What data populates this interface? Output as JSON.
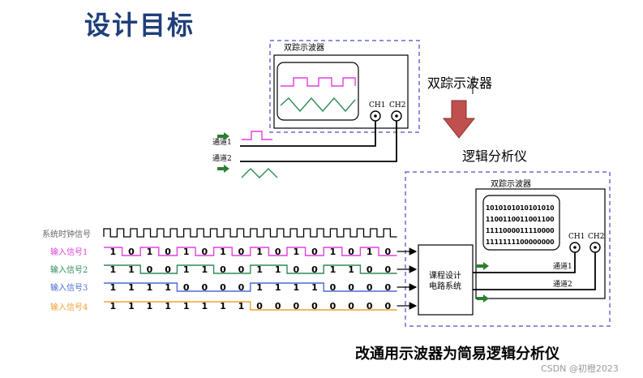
{
  "title": "设计目标",
  "top_scope": {
    "title": "双踪示波器",
    "ch1": "CH1",
    "ch2": "CH2",
    "input1": "通道1",
    "input2": "通道2"
  },
  "side_label": "双踪示波器",
  "arrow_label": "逻辑分析仪",
  "bottom_scope": {
    "title": "双踪示波器",
    "screen_lines": [
      "1010101010101010",
      "1100110011001100",
      "1111000011110000",
      "1111111100000000"
    ],
    "ch1": "CH1",
    "ch2": "CH2",
    "out1": "通道1",
    "out2": "通道2"
  },
  "circuit_box": [
    "课程设计",
    "电路系统"
  ],
  "clock_label": "系统时钟信号",
  "signals": [
    {
      "label": "输入信号1",
      "color": "#e040d8",
      "bits": [
        1,
        0,
        1,
        0,
        1,
        0,
        1,
        0,
        1,
        0,
        1,
        0,
        1,
        0,
        1,
        0
      ]
    },
    {
      "label": "输入信号2",
      "color": "#2e8b57",
      "bits": [
        1,
        1,
        0,
        0,
        1,
        1,
        0,
        0,
        1,
        1,
        0,
        0,
        1,
        1,
        0,
        0
      ]
    },
    {
      "label": "输入信号3",
      "color": "#4a68d8",
      "bits": [
        1,
        1,
        1,
        1,
        0,
        0,
        0,
        0,
        1,
        1,
        1,
        1,
        0,
        0,
        0,
        0
      ]
    },
    {
      "label": "输入信号4",
      "color": "#f0a030",
      "bits": [
        1,
        1,
        1,
        1,
        1,
        1,
        1,
        1,
        0,
        0,
        0,
        0,
        0,
        0,
        0,
        0
      ]
    }
  ],
  "caption": "改通用示波器为简易逻辑分析仪",
  "watermark": "CSDN @初橙2023",
  "colors": {
    "title": "#1f3f7a",
    "dashed_border": "#6a6ad0",
    "arrow": "#c0504d",
    "small_arrows": "#2e7d32",
    "trace_pink": "#e040d8",
    "trace_green": "#2e8b57"
  }
}
